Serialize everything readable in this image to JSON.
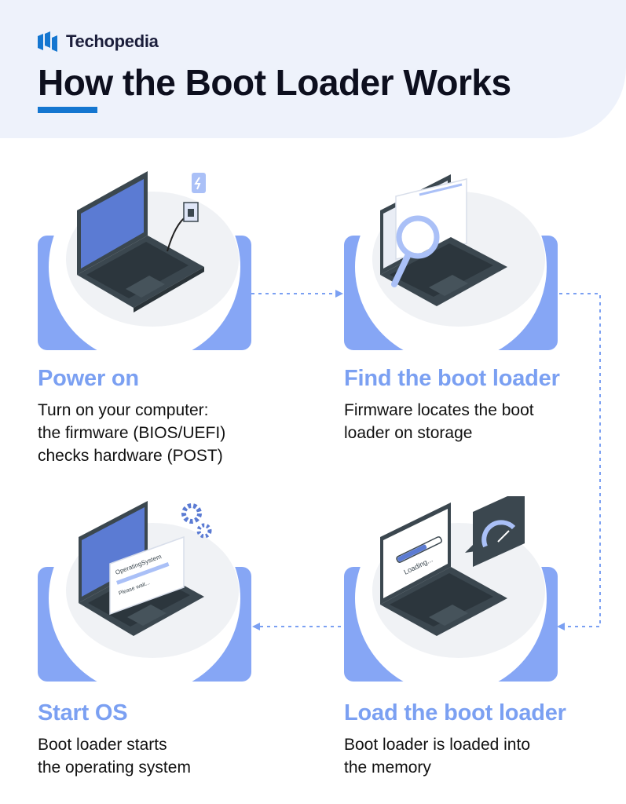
{
  "brand": {
    "name": "Techopedia"
  },
  "title": "How the Boot Loader Works",
  "colors": {
    "accent": "#1476d0",
    "step_title": "#7ba0f2",
    "card": "#86a6f5",
    "laptop": "#3b474f",
    "screen": "#5b7bd3",
    "header_bg": "#eef2fb"
  },
  "steps": [
    {
      "title": "Power on",
      "lines": [
        "Turn on your computer:",
        "the firmware (BIOS/UEFI)",
        "checks hardware (POST)"
      ],
      "icon": "laptop-power-plug-icon"
    },
    {
      "title": "Find the boot loader",
      "lines": [
        "Firmware locates the boot",
        "loader on storage"
      ],
      "icon": "laptop-magnifier-icon"
    },
    {
      "title": "Load the boot loader",
      "lines": [
        "Boot loader is loaded into",
        "the memory"
      ],
      "icon": "laptop-loading-gauge-icon",
      "screen_text": "Loading..."
    },
    {
      "title": "Start OS",
      "lines": [
        "Boot loader starts",
        "the operating system"
      ],
      "icon": "laptop-os-gears-icon",
      "window_title": "OperatingSystem",
      "window_text": "Please wait..."
    }
  ]
}
